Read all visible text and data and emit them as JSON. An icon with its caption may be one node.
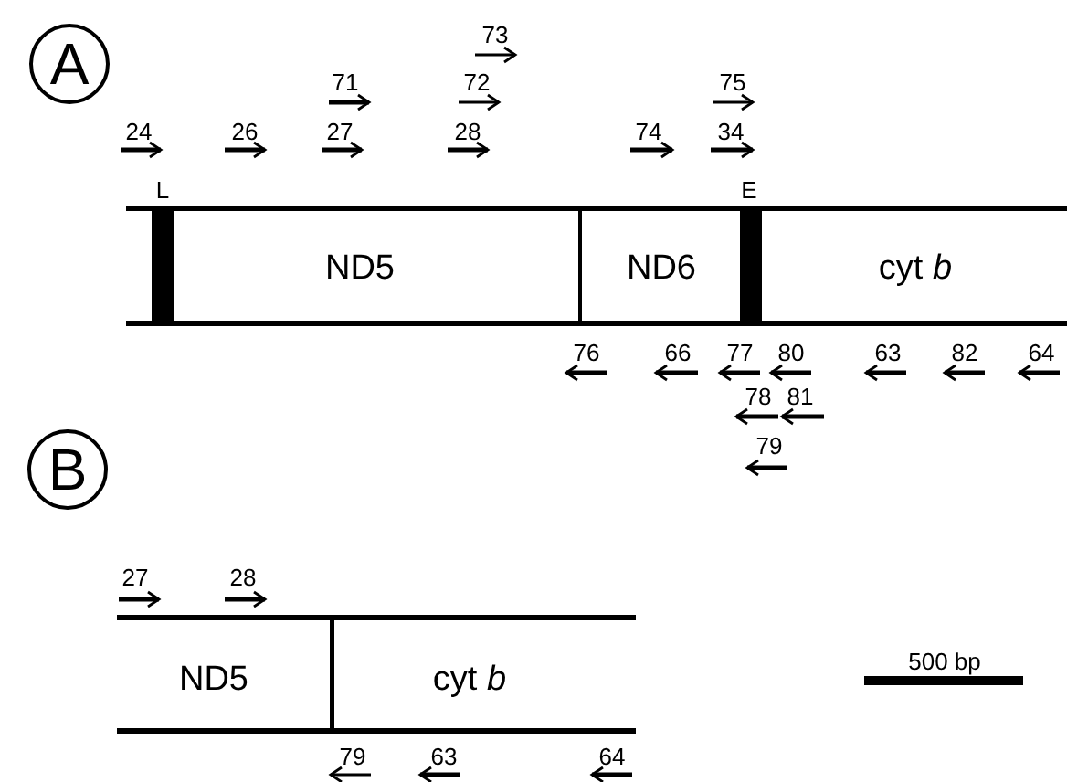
{
  "diagram": {
    "nodes": [
      {
        "text": [
          "A"
        ]
      },
      {
        "text": [
          "ND5"
        ]
      },
      {
        "text": [
          "ND6"
        ]
      },
      {
        "text": [
          "cyt *b*"
        ]
      },
      {
        "text": [
          "B"
        ]
      },
      {
        "text": [
          "ND5"
        ]
      },
      {
        "text": [
          "cyt *b*"
        ]
      }
    ],
    "labels": [
      "73",
      "71",
      "72",
      "75",
      "24",
      "26",
      "27",
      "28",
      "74",
      "34",
      "L",
      "E",
      "76",
      "66",
      "77",
      "80",
      "63",
      "82",
      "64",
      "78",
      "81",
      "79",
      "27",
      "28",
      "500 bp",
      "79",
      "63",
      "64"
    ]
  }
}
